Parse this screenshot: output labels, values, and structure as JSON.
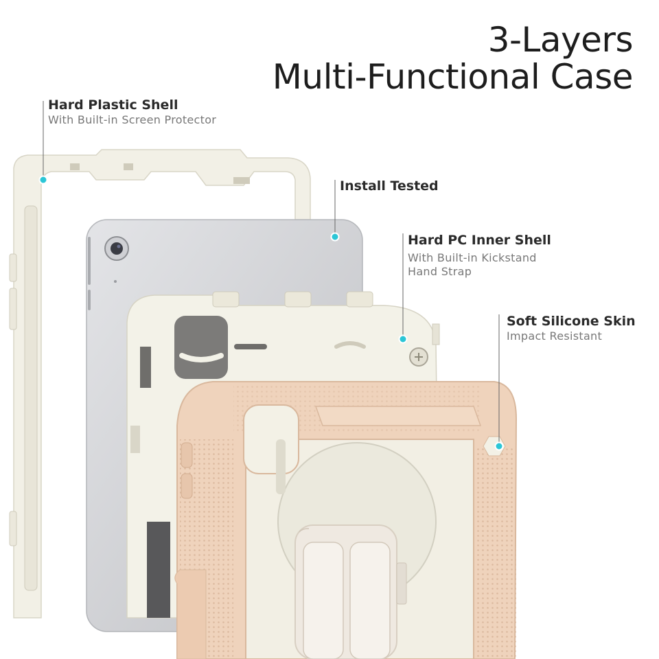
{
  "title": {
    "line1": "3-Layers",
    "line2": "Multi-Functional Case"
  },
  "callouts": [
    {
      "heading": "Hard Plastic Shell",
      "sub": [
        "With Built-in Screen Protector"
      ]
    },
    {
      "heading": "Install Tested",
      "sub": []
    },
    {
      "heading": "Hard PC Inner Shell",
      "sub": [
        "With Built-in Kickstand",
        "Hand Strap"
      ]
    },
    {
      "heading": "Soft Silicone Skin",
      "sub": [
        "Impact Resistant"
      ]
    }
  ],
  "colors": {
    "marker": "#2bc6d6",
    "frame_cream": "#f3f1e6",
    "tablet_silver": "#d2d3d7",
    "skin_pink": "#efd2ba",
    "strap_white": "#f4efe8"
  }
}
